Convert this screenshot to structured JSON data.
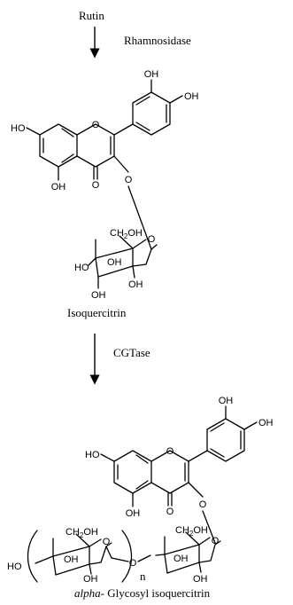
{
  "reaction": {
    "start_compound": "Rutin",
    "enzyme1": "Rhamnosidase",
    "intermediate": "Isoquercitrin",
    "enzyme2": "CGTase",
    "product_prefix": "alpha-",
    "product_rest": " Glycosyl isoquercitrin",
    "repeat_index": "n"
  },
  "atoms": {
    "oh": "OH",
    "ho": "HO",
    "o": "O",
    "ch2oh_main": "CH",
    "ch2oh_sub": "2",
    "ch2oh_end": "OH"
  }
}
